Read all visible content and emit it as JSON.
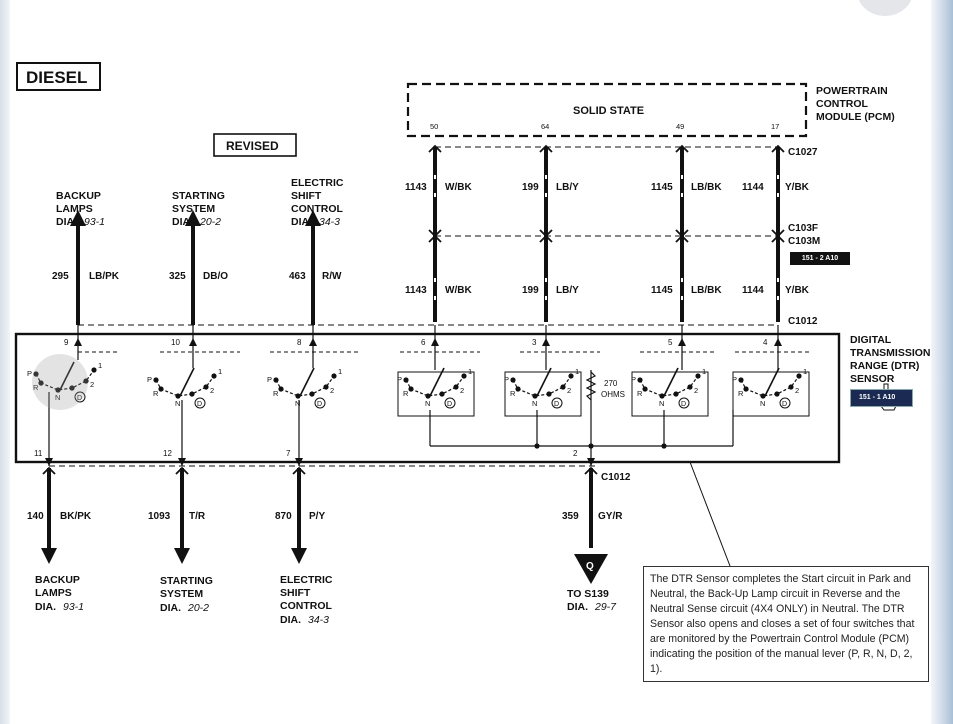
{
  "title": "DIESEL",
  "revised_label": "REVISED",
  "pcm": {
    "box_label": "SOLID STATE",
    "name_line1": "POWERTRAIN",
    "name_line2": "CONTROL",
    "name_line3": "MODULE (PCM)",
    "pins": [
      "50",
      "64",
      "49",
      "17"
    ]
  },
  "connectors": {
    "c1027": "C1027",
    "c103f": "C103F",
    "c103m": "C103M",
    "c103_badge": "151 - 2 A10",
    "c1012_top": "C1012",
    "c1012_bottom": "C1012"
  },
  "pcm_wires_upper": [
    {
      "circuit": "1143",
      "color": "W/BK"
    },
    {
      "circuit": "199",
      "color": "LB/Y"
    },
    {
      "circuit": "1145",
      "color": "LB/BK"
    },
    {
      "circuit": "1144",
      "color": "Y/BK"
    }
  ],
  "pcm_wires_lower": [
    {
      "circuit": "1143",
      "color": "W/BK"
    },
    {
      "circuit": "199",
      "color": "LB/Y"
    },
    {
      "circuit": "1145",
      "color": "LB/BK"
    },
    {
      "circuit": "1144",
      "color": "Y/BK"
    }
  ],
  "top_refs": [
    {
      "l1": "BACKUP",
      "l2": "LAMPS",
      "dia": "DIA.",
      "num": "93-1",
      "circuit": "295",
      "color": "LB/PK"
    },
    {
      "l1": "STARTING",
      "l2": "SYSTEM",
      "dia": "DIA.",
      "num": "20-2",
      "circuit": "325",
      "color": "DB/O"
    },
    {
      "l1": "ELECTRIC",
      "l2": "SHIFT",
      "l3": "CONTROL",
      "dia": "DIA.",
      "num": "34-3",
      "circuit": "463",
      "color": "R/W"
    }
  ],
  "bottom_refs": [
    {
      "l1": "BACKUP",
      "l2": "LAMPS",
      "dia": "DIA.",
      "num": "93-1",
      "circuit": "140",
      "color": "BK/PK"
    },
    {
      "l1": "STARTING",
      "l2": "SYSTEM",
      "dia": "DIA.",
      "num": "20-2",
      "circuit": "1093",
      "color": "T/R"
    },
    {
      "l1": "ELECTRIC",
      "l2": "SHIFT",
      "l3": "CONTROL",
      "dia": "DIA.",
      "num": "34-3",
      "circuit": "870",
      "color": "P/Y"
    },
    {
      "l1": "TO S139",
      "dia": "DIA.",
      "num": "29-7",
      "circuit": "359",
      "color": "GY/R",
      "marker": "Q"
    }
  ],
  "sensor_pins_top": [
    "9",
    "10",
    "8",
    "6",
    "3",
    "5",
    "4"
  ],
  "sensor_pins_bottom": [
    "11",
    "12",
    "7",
    "2"
  ],
  "resistor": {
    "value": "270",
    "unit": "OHMS"
  },
  "switch_letters": {
    "p": "P",
    "r": "R",
    "n": "N",
    "d": "D",
    "two": "2",
    "one": "1"
  },
  "dtr": {
    "l1": "DIGITAL",
    "l2": "TRANSMISSION",
    "l3": "RANGE (DTR)",
    "l4": "SENSOR",
    "badge": "151 - 1 A10"
  },
  "note": "The DTR Sensor completes the Start circuit in Park and Neutral, the Back-Up Lamp circuit in Reverse and the Neutral Sense circuit (4X4 ONLY) in Neutral. The DTR Sensor also opens and closes a set of four switches that are monitored by the Powertrain Control Module (PCM) indicating the position of the manual lever (P, R, N, D, 2, 1)."
}
